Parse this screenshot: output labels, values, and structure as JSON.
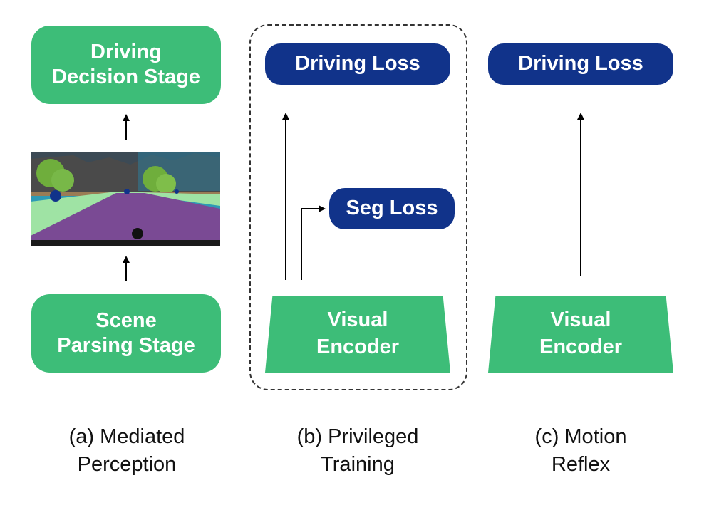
{
  "panel_a": {
    "top_box": "Driving\nDecision Stage",
    "bottom_box": "Scene\nParsing Stage",
    "caption": "(a) Mediated\nPerception",
    "image_description_icon": "segmentation-map-image"
  },
  "panel_b": {
    "driving_loss": "Driving Loss",
    "seg_loss": "Seg Loss",
    "encoder": "Visual\nEncoder",
    "caption": "(b) Privileged\nTraining"
  },
  "panel_c": {
    "driving_loss": "Driving Loss",
    "encoder": "Visual\nEncoder",
    "caption": "(c) Motion\nReflex"
  },
  "colors": {
    "green": "#3dbd78",
    "navy": "#11338a",
    "seg_road": "#7a4a94",
    "seg_sidewalk": "#9fe3a4",
    "seg_building": "#4a4a4a",
    "seg_sky": "#2e9ab5",
    "seg_vegetation": "#6fae3c"
  }
}
